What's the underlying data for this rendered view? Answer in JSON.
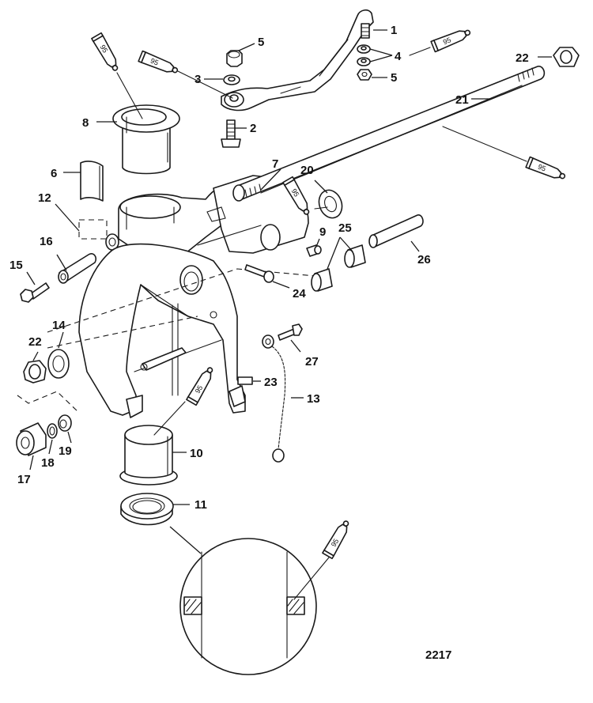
{
  "figure": {
    "number": "2217",
    "title": "Swivel Bracket and Steering Arm (exploded view)"
  },
  "lubricant": {
    "code": "95",
    "icon": "lubricant-tube-icon"
  },
  "callouts": [
    {
      "id": "1",
      "label": "1"
    },
    {
      "id": "2",
      "label": "2"
    },
    {
      "id": "3",
      "label": "3"
    },
    {
      "id": "4",
      "label": "4"
    },
    {
      "id": "5a",
      "label": "5"
    },
    {
      "id": "5b",
      "label": "5"
    },
    {
      "id": "6",
      "label": "6"
    },
    {
      "id": "7",
      "label": "7"
    },
    {
      "id": "8",
      "label": "8"
    },
    {
      "id": "9",
      "label": "9"
    },
    {
      "id": "10",
      "label": "10"
    },
    {
      "id": "11",
      "label": "11"
    },
    {
      "id": "12",
      "label": "12"
    },
    {
      "id": "13",
      "label": "13"
    },
    {
      "id": "14",
      "label": "14"
    },
    {
      "id": "15",
      "label": "15"
    },
    {
      "id": "16",
      "label": "16"
    },
    {
      "id": "17",
      "label": "17"
    },
    {
      "id": "18",
      "label": "18"
    },
    {
      "id": "19",
      "label": "19"
    },
    {
      "id": "20",
      "label": "20"
    },
    {
      "id": "21",
      "label": "21"
    },
    {
      "id": "22a",
      "label": "22"
    },
    {
      "id": "22b",
      "label": "22"
    },
    {
      "id": "23",
      "label": "23"
    },
    {
      "id": "24",
      "label": "24"
    },
    {
      "id": "25",
      "label": "25"
    },
    {
      "id": "26",
      "label": "26"
    },
    {
      "id": "27",
      "label": "27"
    }
  ],
  "lubricant_points": [
    {
      "target": "bushing-8"
    },
    {
      "target": "washer-3"
    },
    {
      "target": "washer-4"
    },
    {
      "target": "tilt-tube-21"
    },
    {
      "target": "washer-20"
    },
    {
      "target": "bushing-10"
    },
    {
      "target": "seal-11-detail"
    }
  ]
}
